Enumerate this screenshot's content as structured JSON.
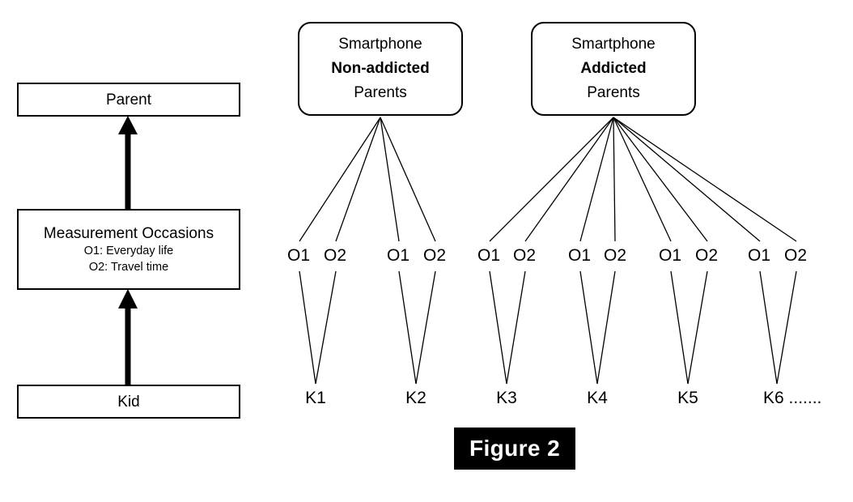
{
  "figure": {
    "caption": "Figure 2"
  },
  "legend": {
    "parent": {
      "title": "Parent"
    },
    "measurement": {
      "title": "Measurement Occasions",
      "line1": "O1: Everyday life",
      "line2": "O2: Travel time"
    },
    "kid": {
      "title": "Kid"
    }
  },
  "groups": [
    {
      "id": "non-addicted",
      "line1": "Smartphone",
      "line2": "Non-addicted",
      "line3": "Parents"
    },
    {
      "id": "addicted",
      "line1": "Smartphone",
      "line2": "Addicted",
      "line3": "Parents"
    }
  ],
  "occasions": {
    "o1": "O1",
    "o2": "O2"
  },
  "kids": [
    {
      "label": "K1"
    },
    {
      "label": "K2"
    },
    {
      "label": "K3"
    },
    {
      "label": "K4"
    },
    {
      "label": "K5"
    },
    {
      "label": "K6 ......."
    }
  ],
  "colors": {
    "stroke": "#000000",
    "background": "#ffffff",
    "caption_background": "#000000",
    "caption_text": "#ffffff"
  }
}
